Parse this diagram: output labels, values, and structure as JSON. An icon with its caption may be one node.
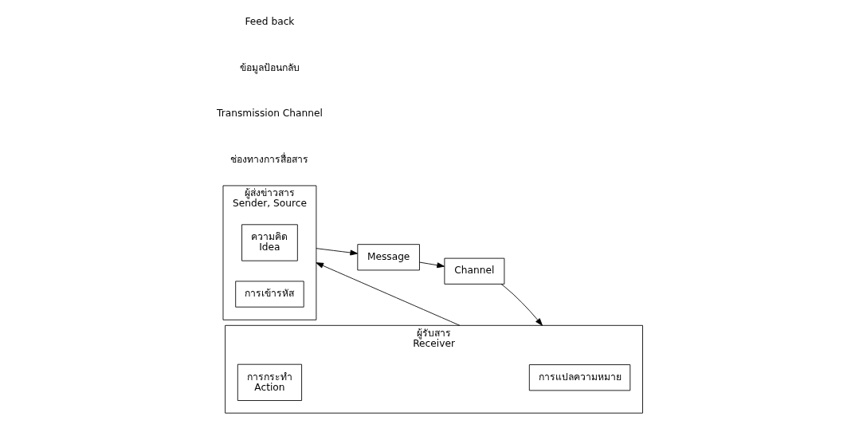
{
  "diagram": {
    "nodes": [
      {
        "text": [
          "ผู้ส่งข่าวสาร",
          "Sender, Source"
        ]
      },
      {
        "text": [
          "ความคิด",
          "Idea"
        ],
        "in": 0
      },
      {
        "text": [
          "การเข้ารหัส"
        ],
        "in": 0
      },
      {
        "text": [
          "Message"
        ]
      },
      {
        "text": [
          "Channel"
        ]
      },
      {
        "text": [
          "ผู้รับสาร",
          "Receiver"
        ]
      },
      {
        "text": [
          "การแปลความหมาย"
        ],
        "in": 5
      },
      {
        "text": [
          "การกระทำ",
          "Action"
        ],
        "in": 5
      }
    ],
    "edges": [
      {
        "from": 0,
        "to": 3,
        "arrow": "to"
      },
      {
        "from": 3,
        "to": 4,
        "arrow": "to"
      },
      {
        "from": 4,
        "to": 5,
        "arrow": "to"
      },
      {
        "from": 5,
        "to": 0,
        "arrow": "to"
      }
    ],
    "labels": [
      "ช่องทางการสื่อสาร",
      "Transmission Channel",
      "ข้อมูลป้อนกลับ",
      "Feed back"
    ]
  }
}
